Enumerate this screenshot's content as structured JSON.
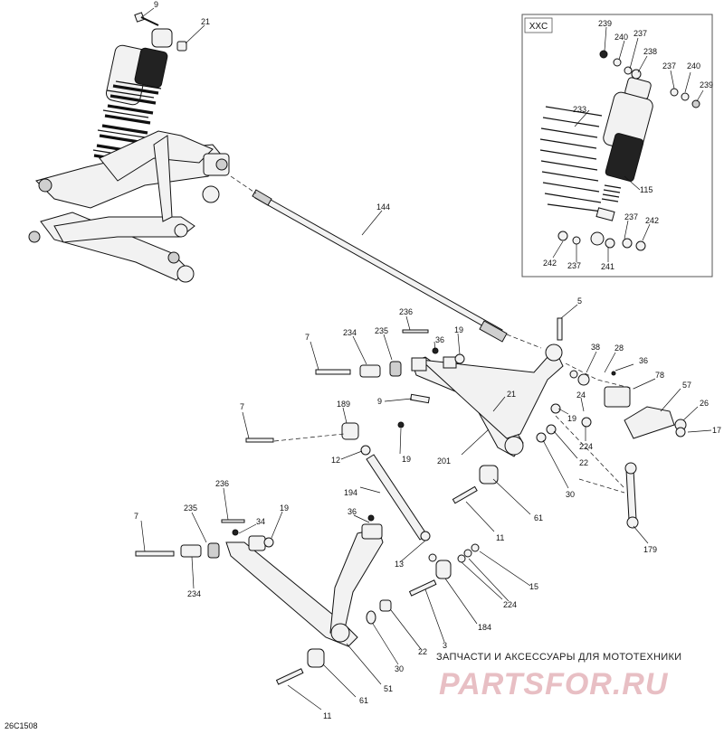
{
  "inset": {
    "title": "XXC"
  },
  "drawing_code": "26C1508",
  "watermark": {
    "tagline": "ЗАПЧАСТИ И АКСЕССУАРЫ ДЛЯ МОТОТЕХНИКИ",
    "logo": "PARTSFOR.RU"
  },
  "callouts": {
    "c9_top": "9",
    "c21_top": "21",
    "c144": "144",
    "c239_a": "239",
    "c240_a": "240",
    "c237_a": "237",
    "c238": "238",
    "c237_b": "237",
    "c240_b": "240",
    "c239_b": "239",
    "c233": "233",
    "c115": "115",
    "c237_c": "237",
    "c242_a": "242",
    "c242_b": "242",
    "c237_d": "237",
    "c241": "241",
    "c5": "5",
    "c236_a": "236",
    "c235_a": "235",
    "c234_a": "234",
    "c7_a": "7",
    "c19_a": "19",
    "c36_a": "36",
    "c38": "38",
    "c28": "28",
    "c36_b": "36",
    "c78": "78",
    "c57": "57",
    "c26": "26",
    "c17": "17",
    "c9_mid": "9",
    "c21_mid": "21",
    "c24": "24",
    "c19_b": "19",
    "c224_a": "224",
    "c22_a": "22",
    "c7_b": "7",
    "c189": "189",
    "c19_c": "19",
    "c12": "12",
    "c201": "201",
    "c30_a": "30",
    "c194": "194",
    "c61_a": "61",
    "c11_a": "11",
    "c179": "179",
    "c236_b": "236",
    "c235_b": "235",
    "c7_c": "7",
    "c34": "34",
    "c19_d": "19",
    "c36_c": "36",
    "c234_b": "234",
    "c13": "13",
    "c15": "15",
    "c224_b": "224",
    "c184": "184",
    "c3": "3",
    "c22_b": "22",
    "c30_b": "30",
    "c51": "51",
    "c61_b": "61",
    "c11_b": "11"
  },
  "icons": {
    "shock_absorber": "shock-absorber-icon",
    "drive_shaft": "drive-shaft-icon",
    "control_arm": "control-arm-icon"
  }
}
